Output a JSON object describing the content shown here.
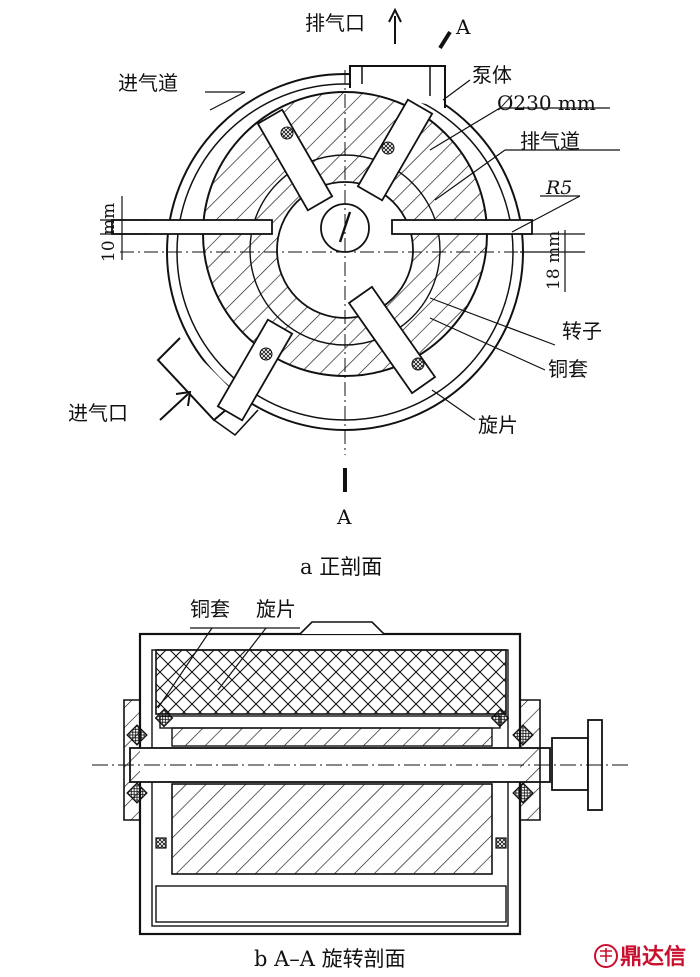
{
  "front_view": {
    "exhaust_port": "排气口",
    "section_mark_top": "A",
    "section_mark_bottom": "A",
    "pump_body": "泵体",
    "diameter": "Ø230 mm",
    "exhaust_channel": "排气道",
    "intake_channel": "进气道",
    "radius": "R5",
    "dim_10": "10 mm",
    "dim_18": "18 mm",
    "rotor": "转子",
    "copper_sleeve": "铜套",
    "intake_port": "进气口",
    "vane": "旋片",
    "caption": "a  正剖面"
  },
  "side_view": {
    "copper_sleeve": "铜套",
    "vane": "旋片",
    "caption": "b  A–A 旋转剖面"
  },
  "watermark": {
    "text": "鼎达信"
  },
  "colors": {
    "line": "#111111",
    "watermark": "#c8102e"
  }
}
